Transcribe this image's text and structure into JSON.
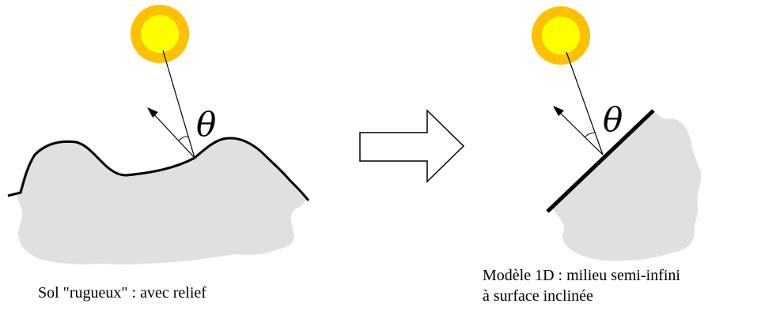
{
  "left_panel": {
    "angle_symbol": "θ",
    "caption": "Sol \"rugueux\" : avec relief"
  },
  "right_panel": {
    "angle_symbol": "θ",
    "caption_line1": "Modèle 1D : milieu semi-infini",
    "caption_line2": "à surface inclinée"
  },
  "colors": {
    "sun_outer": "#FFC000",
    "sun_inner": "#FFFF00",
    "soil": "#E0E0E0",
    "line": "#000000",
    "arrow_fill": "#FFFFFF"
  }
}
